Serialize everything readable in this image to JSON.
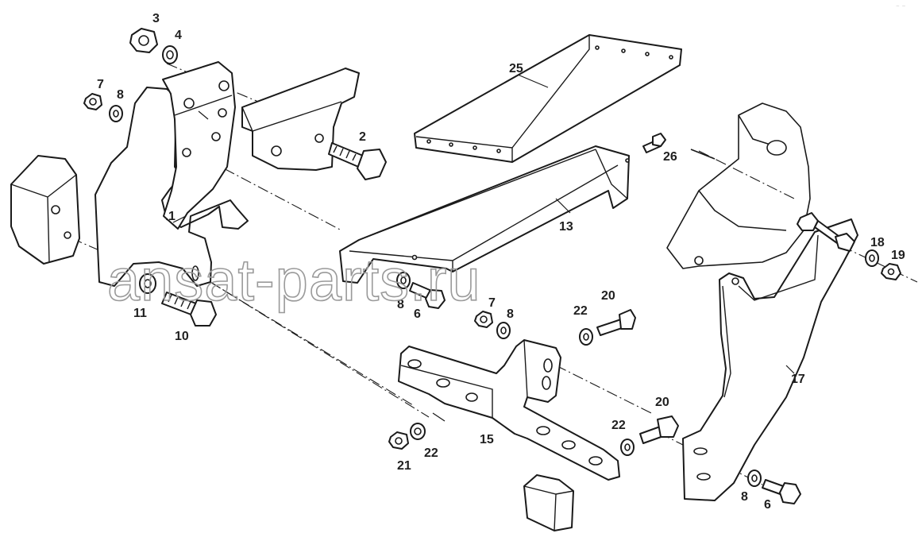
{
  "watermark": "ansat-parts.ru",
  "corner_mark": "⁻ ⁻",
  "callouts": [
    "1",
    "2",
    "3",
    "4",
    "6",
    "6",
    "7",
    "7",
    "8",
    "8",
    "8",
    "8",
    "10",
    "11",
    "13",
    "15",
    "17",
    "18",
    "19",
    "20",
    "20",
    "21",
    "22",
    "22",
    "22",
    "25",
    "26"
  ]
}
